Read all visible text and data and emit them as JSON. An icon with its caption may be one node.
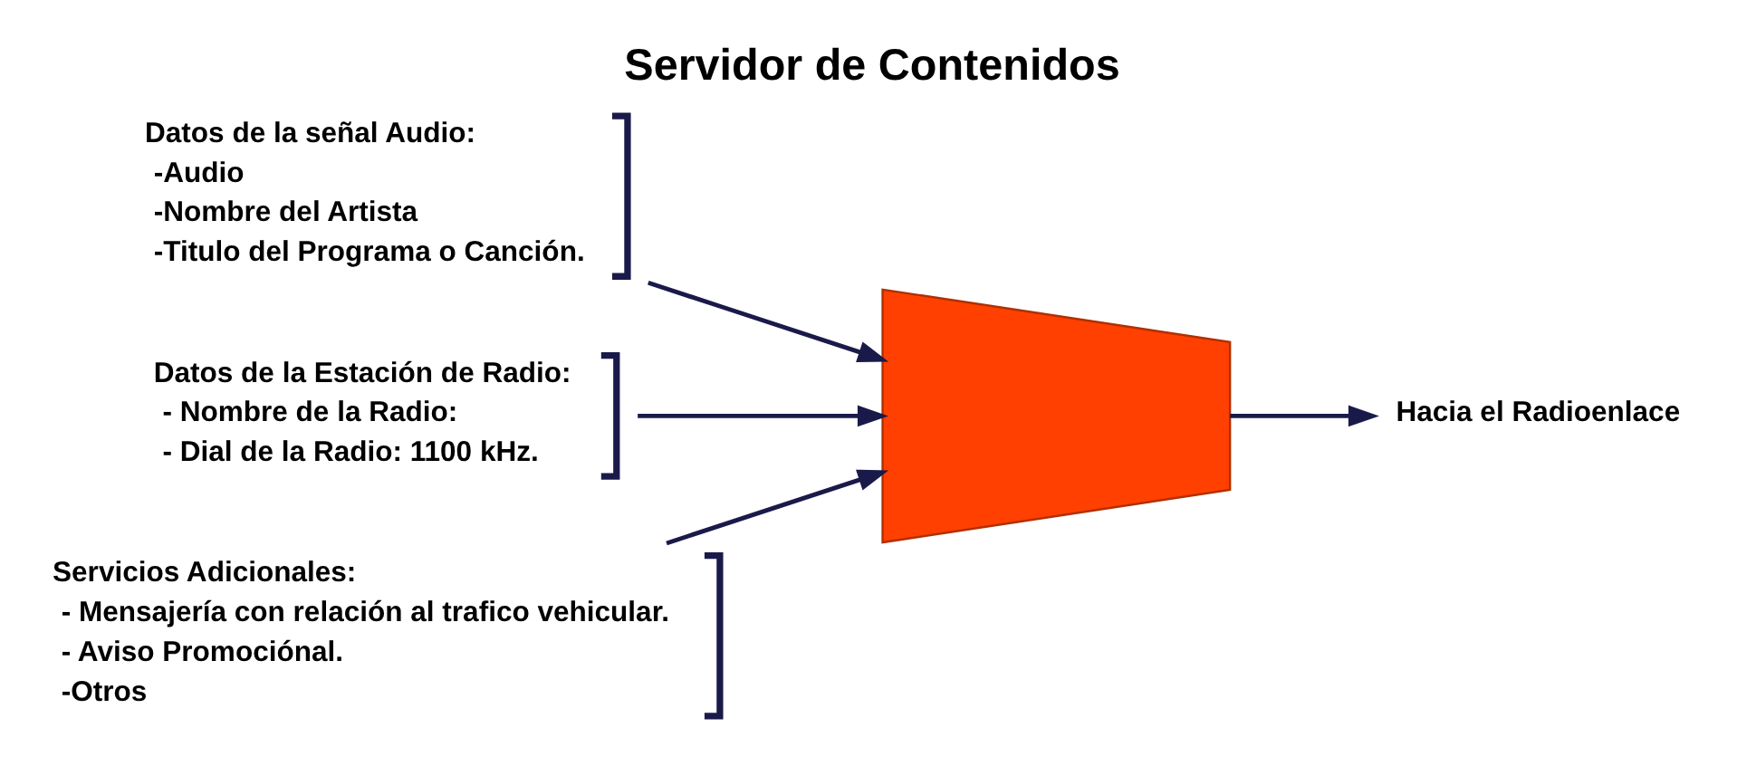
{
  "diagram": {
    "title": "Servidor de Contenidos",
    "nodes": [
      {
        "text": [
          "Datos de la señal Audio:",
          "-Audio",
          "-Nombre del Artista",
          "-Titulo del Programa o Canción."
        ]
      },
      {
        "text": [
          "Datos de la Estación de Radio:",
          "- Nombre de la Radio:",
          "- Dial de la Radio: 1100 kHz."
        ]
      },
      {
        "text": [
          "Servicios Adicionales:",
          "- Mensajería con relación al trafico vehicular.",
          "- Aviso Promociónal.",
          "-Otros"
        ]
      },
      {
        "text": [],
        "shape": "funnel"
      },
      {
        "text": [
          "Hacia el Radioenlace"
        ]
      }
    ],
    "edges": [
      {
        "from": 0,
        "to": 3,
        "arrow": "to"
      },
      {
        "from": 1,
        "to": 3,
        "arrow": "to"
      },
      {
        "from": 2,
        "to": 3,
        "arrow": "to"
      },
      {
        "from": 3,
        "to": 4,
        "arrow": "to"
      }
    ]
  }
}
